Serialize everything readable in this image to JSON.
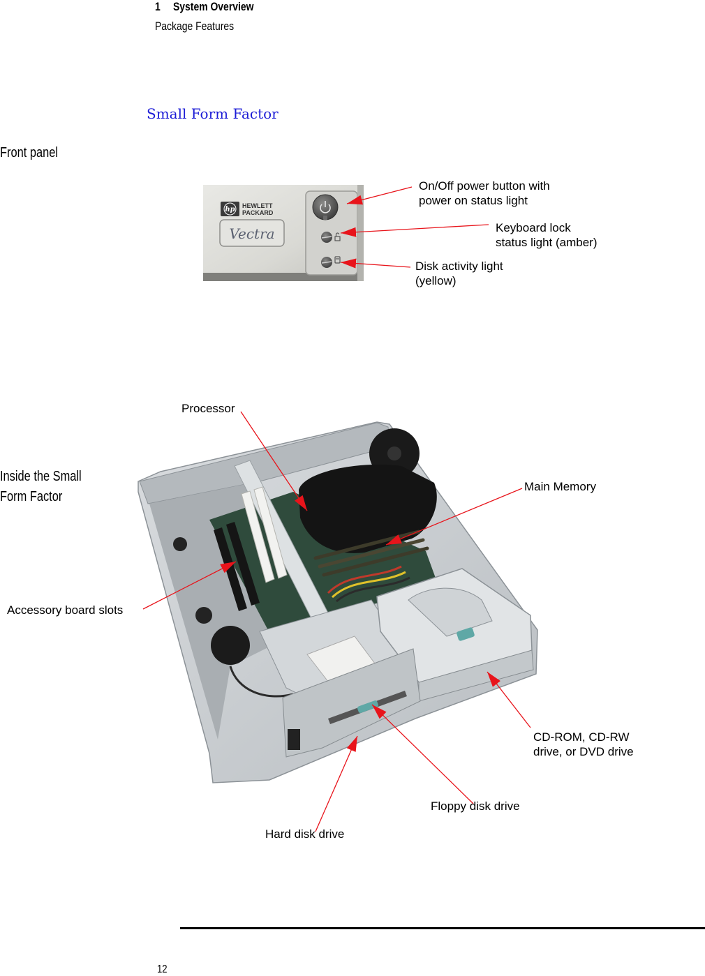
{
  "header": {
    "chapter_number": "1",
    "chapter_title": "System Overview",
    "section": "Package Features"
  },
  "title": "Small Form Factor",
  "front_panel": {
    "heading": "Front panel",
    "photo": {
      "logo_mark": "hp",
      "logo_line1": "HEWLETT",
      "logo_line2": "PACKARD",
      "badge": "Vectra"
    },
    "callouts": [
      {
        "lines": [
          "On/Off power button with",
          "power on status light"
        ]
      },
      {
        "lines": [
          "Keyboard lock",
          "status light (amber)"
        ]
      },
      {
        "lines": [
          "Disk activity light",
          "(yellow)"
        ]
      }
    ]
  },
  "inside": {
    "heading_lines": [
      "Inside the Small",
      "Form Factor"
    ],
    "callouts": {
      "processor": "Processor",
      "main_memory": "Main Memory",
      "accessory_slots": "Accessory board slots",
      "optical_drive": [
        "CD-ROM, CD-RW",
        "drive, or DVD drive"
      ],
      "floppy_drive": "Floppy disk drive",
      "hard_drive": "Hard disk drive"
    }
  },
  "footer": {
    "page_number": "12"
  },
  "colors": {
    "title_blue": "#1c1cd6",
    "callout_arrow": "#e8141b",
    "rule": "#000000"
  }
}
